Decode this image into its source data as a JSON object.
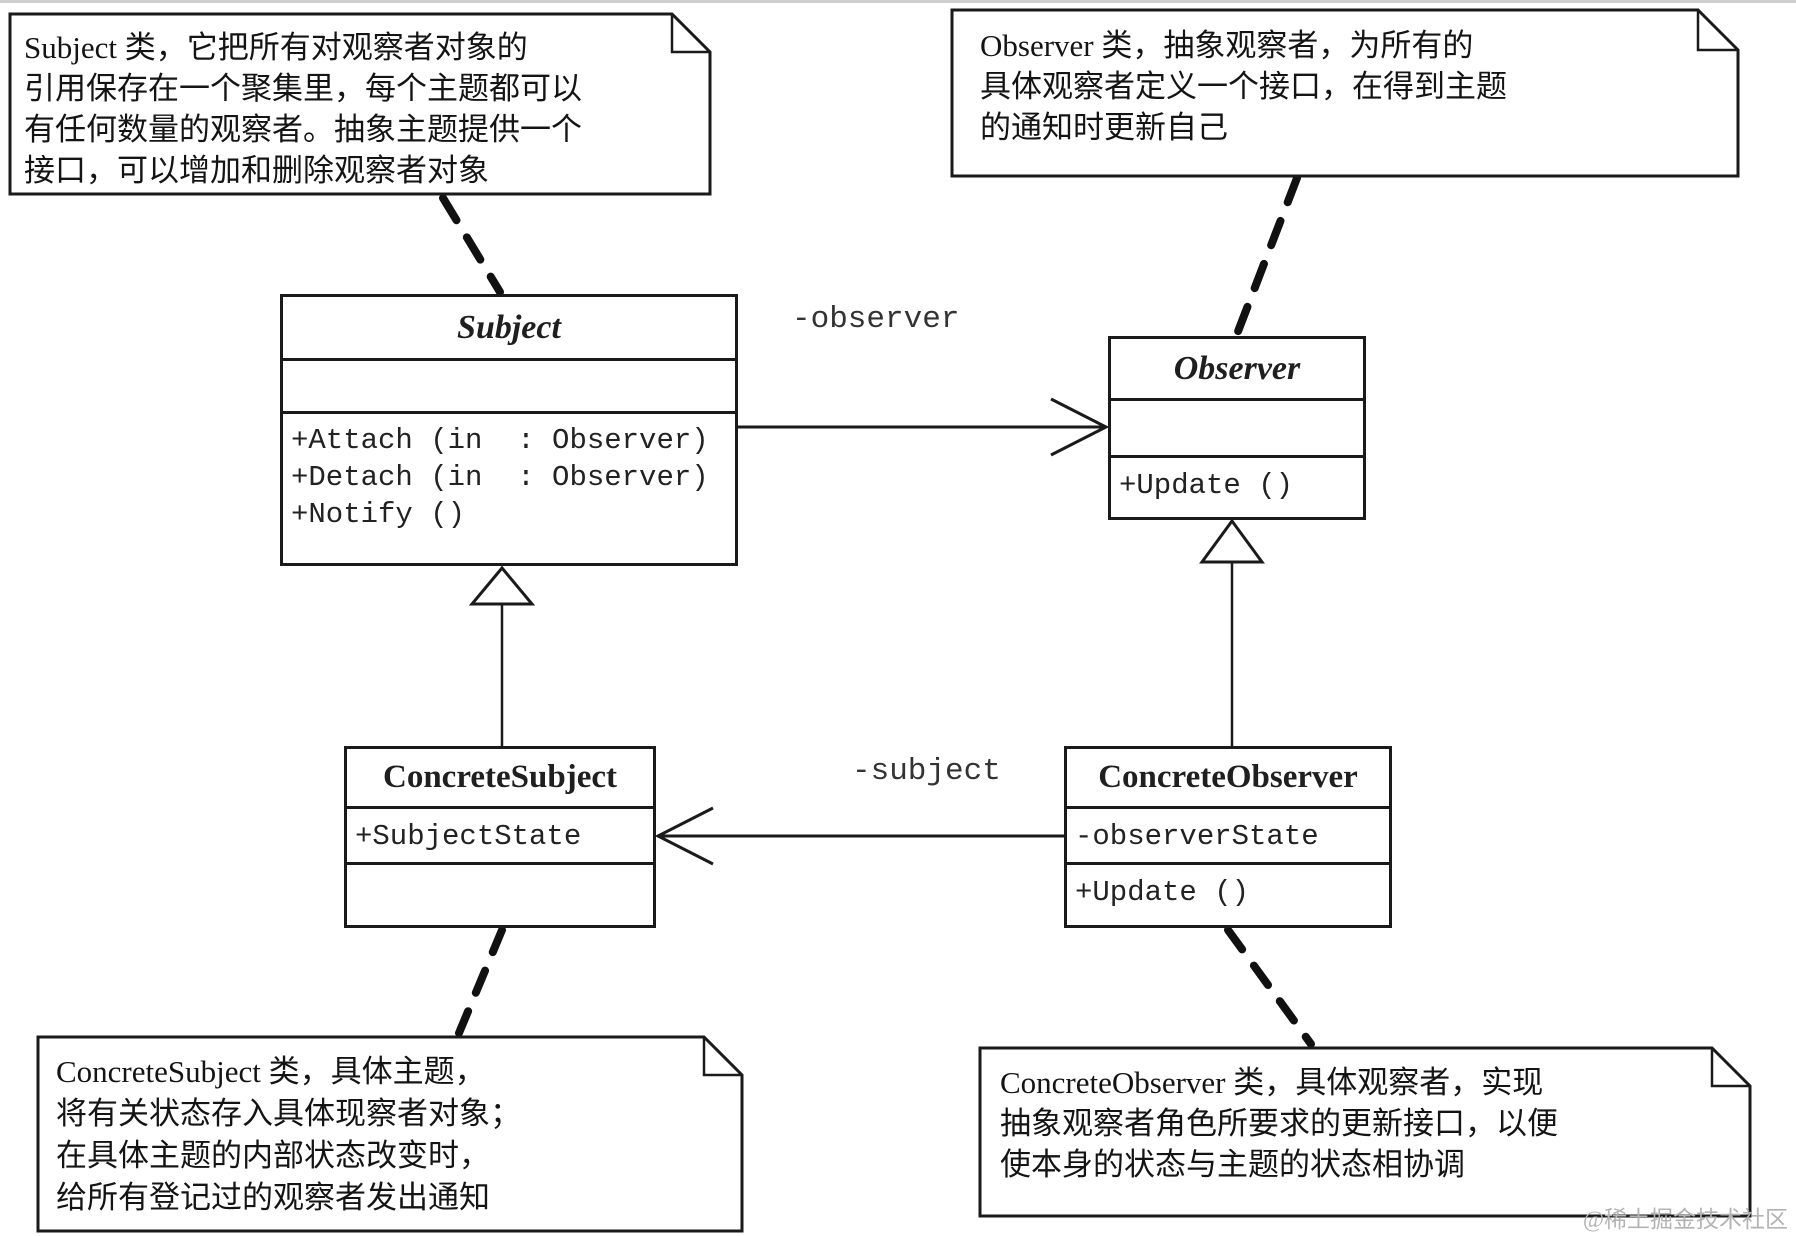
{
  "diagram": {
    "title_hint": "Observer pattern UML class diagram",
    "colors": {
      "line": "#1a1a1a",
      "background": "#ffffff",
      "watermark": "#b3b3b3"
    },
    "notes": {
      "subject": {
        "lines": [
          "Subject 类，它把所有对观察者对象的",
          "引用保存在一个聚集里，每个主题都可以",
          "有任何数量的观察者。抽象主题提供一个",
          "接口，可以增加和删除观察者对象"
        ]
      },
      "observer": {
        "lines": [
          "Observer 类，抽象观察者，为所有的",
          "具体观察者定义一个接口，在得到主题",
          "的通知时更新自己"
        ]
      },
      "concrete_subject": {
        "lines": [
          "ConcreteSubject 类，具体主题，",
          "将有关状态存入具体现察者对象；",
          "在具体主题的内部状态改变时，",
          "给所有登记过的观察者发出通知"
        ]
      },
      "concrete_observer": {
        "lines": [
          "ConcreteObserver 类，具体观察者，实现",
          "抽象观察者角色所要求的更新接口，以便",
          "使本身的状态与主题的状态相协调"
        ]
      }
    },
    "classes": {
      "subject": {
        "name": "Subject",
        "stereotype": "abstract",
        "attributes": [],
        "methods": [
          "+Attach (in  : Observer)",
          "+Detach (in  : Observer)",
          "+Notify ()"
        ]
      },
      "observer": {
        "name": "Observer",
        "stereotype": "abstract",
        "attributes": [],
        "methods": [
          "+Update ()"
        ]
      },
      "concrete_subject": {
        "name": "ConcreteSubject",
        "stereotype": "concrete",
        "attributes": [
          "+SubjectState"
        ],
        "methods": []
      },
      "concrete_observer": {
        "name": "ConcreteObserver",
        "stereotype": "concrete",
        "attributes": [
          "-observerState"
        ],
        "methods": [
          "+Update ()"
        ]
      }
    },
    "relations": {
      "observer_assoc_label": "-observer",
      "subject_assoc_label": "-subject"
    },
    "watermark": "@稀土掘金技术社区"
  }
}
